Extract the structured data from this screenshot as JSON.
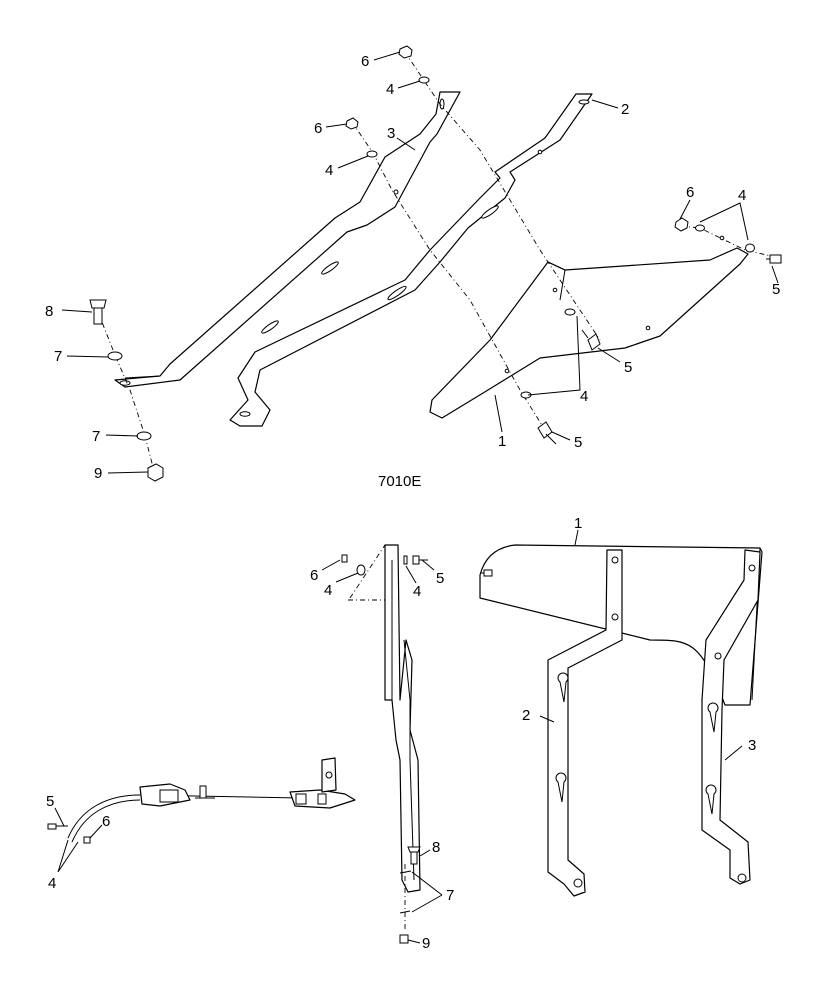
{
  "caption": "7010E",
  "callouts": {
    "top_6a": "6",
    "top_4a": "4",
    "top_2": "2",
    "top_6b": "6",
    "top_3": "3",
    "top_4b": "4",
    "top_6c": "6",
    "top_4c": "4",
    "top_5a": "5",
    "top_8": "8",
    "top_7a": "7",
    "top_5b": "5",
    "top_4d": "4",
    "top_7b": "7",
    "top_5c": "5",
    "top_1": "1",
    "top_9": "9",
    "mid_6": "6",
    "mid_5": "5",
    "mid_4a": "4",
    "mid_4b": "4",
    "mid_8": "8",
    "mid_7": "7",
    "mid_9": "9",
    "right_1": "1",
    "right_2": "2",
    "right_3": "3",
    "left_5": "5",
    "left_6": "6",
    "left_4": "4"
  }
}
